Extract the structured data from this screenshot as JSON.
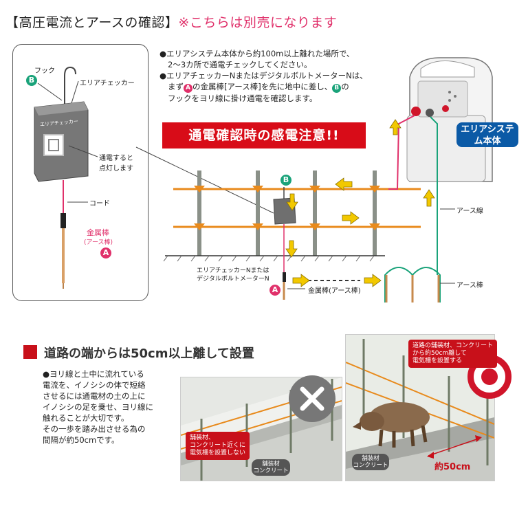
{
  "title": {
    "main": "【高圧電流とアースの確認】",
    "note": "※こちらは別売になります"
  },
  "inset": {
    "hook_label": "フック",
    "hook_marker": "B",
    "checker_label": "エリアチェッカー",
    "device_text": "エリアチェッカー",
    "lamp_label_1": "通電すると",
    "lamp_label_2": "点灯します",
    "cord_label": "コード",
    "rod_label": "金属棒",
    "rod_sub": "(アース棒)",
    "rod_marker": "A"
  },
  "notes": {
    "line1": "●エリアシステム本体から約100m以上離れた場所で、",
    "line2": "2〜3カ所で通電チェックしてください。",
    "line3a": "●エリアチェッカーNまたはデジタルボルトメーターNは、",
    "line4_pre": "まず",
    "line4_a": "A",
    "line4_mid": "の金属棒[アース棒]を先に地中に差し、",
    "line4_b": "B",
    "line4_post": "の",
    "line5": "フックをヨリ線に掛け通電を確認します。"
  },
  "warning": "通電確認時の感電注意!!",
  "device_label": "エリアシステム本体",
  "diagram": {
    "marker_b": "B",
    "marker_a": "A",
    "checker_caption_1": "エリアチェッカーNまたは",
    "checker_caption_2": "デジタルボルトメーターN",
    "rod_caption": "金属棒(アース棒)",
    "earth_wire_label": "アース線",
    "earth_rod_label": "アース棒"
  },
  "section2": {
    "heading": "道路の端からは50cm以上離して設置",
    "para": [
      "●ヨリ線と土中に流れている",
      "電流を、イノシシの体で短絡",
      "させるには通電材の土の上に",
      "イノシシの足を乗せ、ヨリ線に",
      "触れることが大切です。",
      "その一歩を踏み出させる為の",
      "間隔が約50cmです。"
    ],
    "bad_callout": [
      "舗装材、",
      "コンクリート近くに",
      "電気柵を設置しない"
    ],
    "bad_tag": [
      "舗装材",
      "コンクリート"
    ],
    "good_callout": [
      "道路の舗装材、コンクリート",
      "から約50cm離して",
      "電気柵を設置する"
    ],
    "good_tag": [
      "舗装材",
      "コンクリート"
    ],
    "distance": "約50cm"
  },
  "colors": {
    "accent_red": "#d80c18",
    "pink": "#e0306a",
    "blue": "#0b5aa6",
    "green_marker": "#1aa37a",
    "wire_orange": "#e88a1c",
    "arrow_yellow": "#f2c800"
  }
}
